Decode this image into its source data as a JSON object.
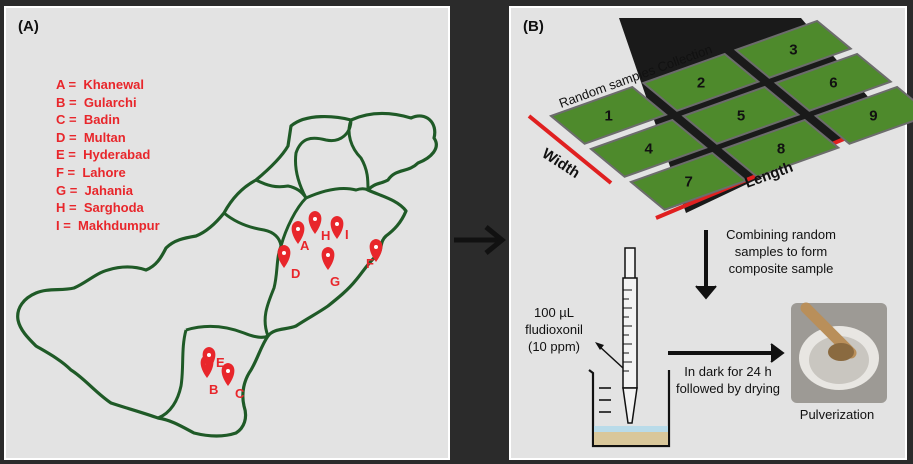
{
  "panel_a": {
    "label": "(A)",
    "legend": [
      {
        "code": "A",
        "city": "Khanewal"
      },
      {
        "code": "B",
        "city": "Gularchi"
      },
      {
        "code": "C",
        "city": "Badin"
      },
      {
        "code": "D",
        "city": "Multan"
      },
      {
        "code": "E",
        "city": "Hyderabad"
      },
      {
        "code": "F",
        "city": "Lahore"
      },
      {
        "code": "G",
        "city": "Jahania"
      },
      {
        "code": "H",
        "city": "Sarghoda"
      },
      {
        "code": "I",
        "city": "Makhdumpur"
      }
    ],
    "pins": [
      "A",
      "B",
      "C",
      "D",
      "E",
      "F",
      "G",
      "H",
      "I"
    ]
  },
  "panel_b": {
    "label": "(B)",
    "collection_title": "Random samples Collection",
    "plot_numbers": [
      "1",
      "2",
      "3",
      "4",
      "5",
      "6",
      "7",
      "8",
      "9"
    ],
    "width_label": "Width",
    "length_label": "Length",
    "combine_text": [
      "Combining random",
      "samples to form",
      "composite sample"
    ],
    "reagent_text": [
      "100 µL",
      "fludioxonil",
      "(10 ppm)"
    ],
    "dark_text": [
      "In dark for 24 h",
      "followed by drying"
    ],
    "pulverization_label": "Pulverization"
  },
  "colors": {
    "map_outline": "#1f5a27",
    "pin": "#e8262b",
    "grass": "#4e8a2c",
    "plot_border": "#e02020",
    "panel_bg": "#e3e3e3",
    "frame": "#2b2b2b"
  },
  "icons": [
    "location-pin-icon",
    "arrow-right-icon",
    "arrow-down-icon",
    "pipette-icon",
    "beaker-icon",
    "mortar-pestle-icon"
  ]
}
